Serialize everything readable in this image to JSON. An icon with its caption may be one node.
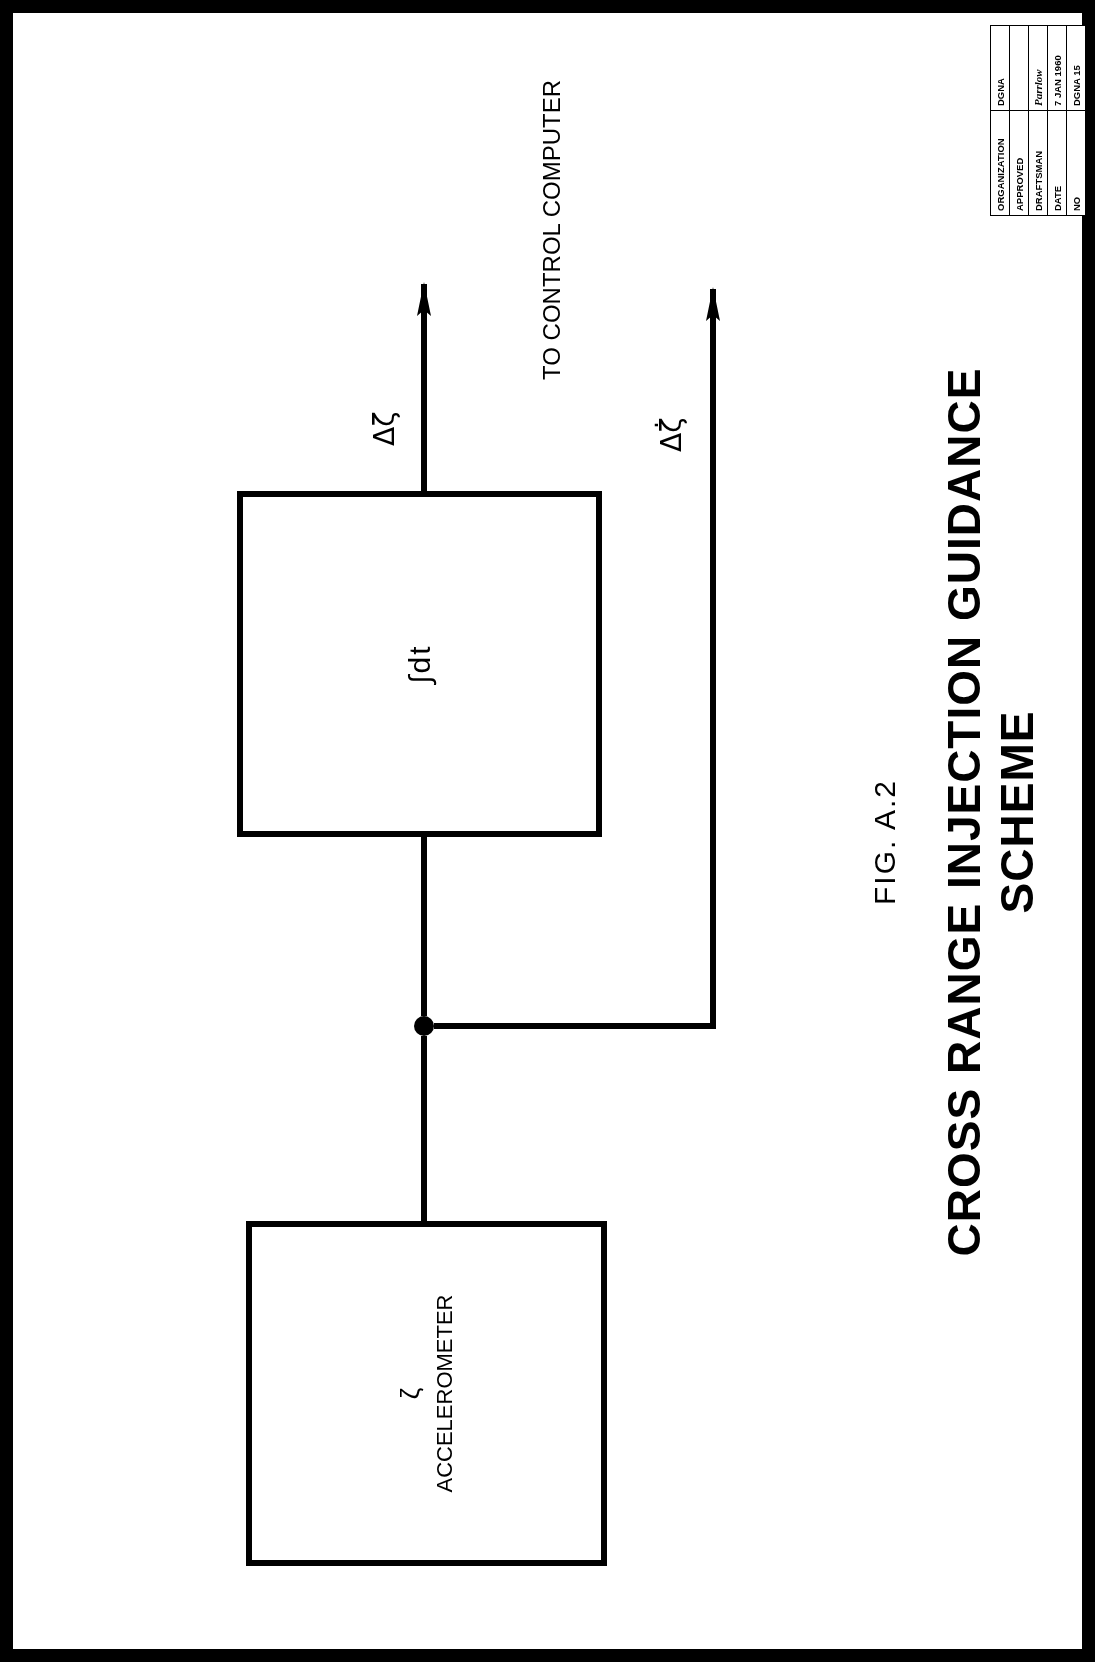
{
  "diagram": {
    "title": "CROSS RANGE INJECTION GUIDANCE SCHEME",
    "nodes": [
      {
        "text": [
          "ζ",
          "ACCELEROMETER"
        ]
      },
      {
        "text": [
          "∫dt"
        ]
      },
      {
        "text": [],
        "shape": "circle"
      }
    ],
    "edges": [
      {
        "from": 0,
        "to": 2,
        "arrow": "none"
      },
      {
        "from": 2,
        "to": 1,
        "arrow": "none"
      },
      {
        "from": 1,
        "to": null,
        "arrow": "to",
        "label": "Δζ"
      },
      {
        "from": 2,
        "to": null,
        "arrow": "to",
        "label": "Δζ̇"
      }
    ],
    "labels": [
      "TO CONTROL COMPUTER",
      "FIG. A.2",
      "ORGANIZATION",
      "DGNA",
      "APPROVED",
      "DRAFTSMAN",
      "Parrlow",
      "DATE",
      "7 JAN 1960",
      "NO",
      "DGNA 15"
    ]
  }
}
